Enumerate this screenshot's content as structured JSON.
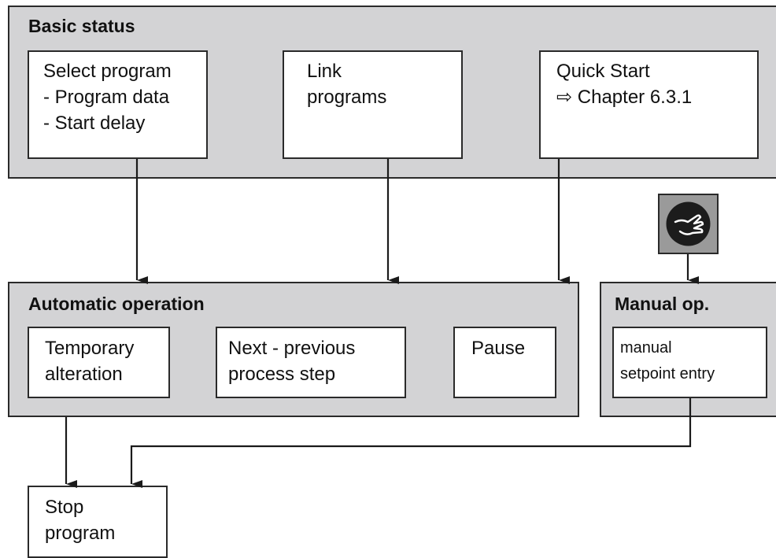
{
  "basic_status": {
    "title": "Basic status",
    "select_program": {
      "lines": [
        "Select program",
        "- Program data",
        "- Start delay"
      ]
    },
    "link_programs": {
      "lines": [
        "Link",
        "programs"
      ]
    },
    "quick_start": {
      "lines": [
        "Quick Start",
        "⇨ Chapter 6.3.1"
      ]
    }
  },
  "automatic_operation": {
    "title": "Automatic operation",
    "temporary_alteration": {
      "lines": [
        "Temporary",
        "alteration"
      ]
    },
    "next_previous": {
      "lines": [
        "Next - previous",
        "process step"
      ]
    },
    "pause": {
      "lines": [
        "Pause"
      ]
    }
  },
  "manual_operation": {
    "title": "Manual op.",
    "setpoint_entry": {
      "lines": [
        "manual",
        "setpoint entry"
      ]
    },
    "icon": "hand-icon"
  },
  "stop_program": {
    "lines": [
      "Stop",
      "program"
    ]
  },
  "colors": {
    "panel": "#d3d3d5",
    "border": "#2a2a2a",
    "box": "#ffffff",
    "icon_bg": "#9a9a9a"
  }
}
